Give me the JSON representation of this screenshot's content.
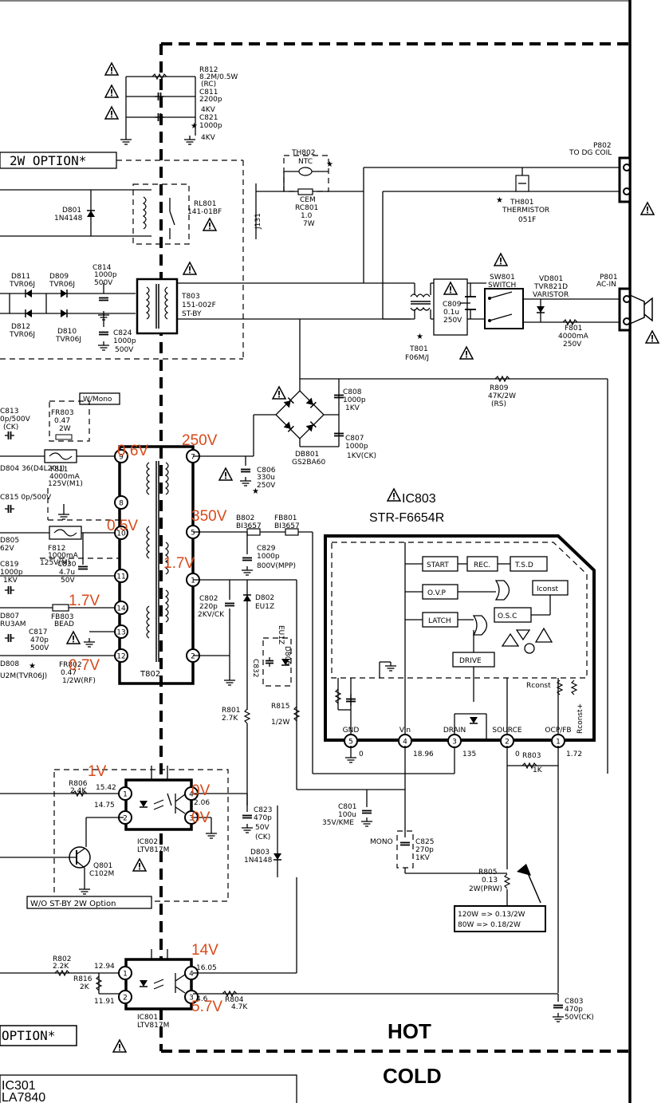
{
  "colors": {
    "measurement": "#d84a1a",
    "ink": "#000000"
  },
  "labels": {
    "option_2w": "2W OPTION*",
    "option_bottom": "OPTION*",
    "ic803_title": "IC803",
    "ic803_part": "STR-F6654R",
    "hot": "HOT",
    "cold": "COLD",
    "ic301_a": "IC301",
    "ic301_b": "LA7840",
    "wo_stby": "W/O ST-BY 2W Option",
    "w_mono": "W/Mono",
    "mono": "MONO",
    "note_120w": "120W => 0.13/2W",
    "note_80w": "80W => 0.18/2W"
  },
  "ic803_blocks": [
    "START",
    "REC.",
    "T.S.D",
    "O.V.P",
    "Iconst",
    "LATCH",
    "O.S.C",
    "DRIVE",
    "Rconst",
    "Rconst+"
  ],
  "ic803_pins": [
    {
      "num": "5",
      "name": "GND",
      "value": "0"
    },
    {
      "num": "4",
      "name": "Vin",
      "value": "18.96"
    },
    {
      "num": "3",
      "name": "DRAIN",
      "value": "135"
    },
    {
      "num": "2",
      "name": "SOURCE",
      "value": "0"
    },
    {
      "num": "1",
      "name": "OCP/FB",
      "value": "1.72"
    }
  ],
  "t802_pins": [
    "9",
    "8",
    "10",
    "11",
    "14",
    "13",
    "12",
    "7",
    "5",
    "1",
    "2"
  ],
  "components": {
    "r812": [
      "R812",
      "8.2M/0.5W",
      "(RC)"
    ],
    "c811": [
      "C811",
      "2200p",
      "4KV"
    ],
    "c821": [
      "C821",
      "1000p",
      "4KV"
    ],
    "p802": [
      "P802",
      "TO DG COIL"
    ],
    "th802": [
      "TH802",
      "NTC"
    ],
    "rc801": [
      "CEM",
      "RC801",
      "1.0",
      "7W"
    ],
    "th801": [
      "TH801",
      "THERMISTOR",
      "051F"
    ],
    "d801": [
      "D801",
      "1N4148"
    ],
    "rl801": [
      "RL801",
      "141-01BF"
    ],
    "j131": "J131",
    "d811": [
      "D811",
      "TVR06J"
    ],
    "d809": [
      "D809",
      "TVR06J"
    ],
    "d812": [
      "D812",
      "TVR06J"
    ],
    "d810": [
      "D810",
      "TVR06J"
    ],
    "c814": [
      "C814",
      "1000p",
      "500V"
    ],
    "c824": [
      "C824",
      "1000p",
      "500V"
    ],
    "t803": [
      "T803",
      "151-002F",
      "ST-BY"
    ],
    "sw801": [
      "SW801",
      "SWITCH"
    ],
    "vd801": [
      "VD801",
      "TVR821D",
      "VARISTOR"
    ],
    "p801": [
      "P801",
      "AC-IN"
    ],
    "c809": [
      "C809",
      "0.1u",
      "250V"
    ],
    "t801": [
      "T801",
      "F06M/J"
    ],
    "f801": [
      "F801",
      "4000mA",
      "250V"
    ],
    "c808": [
      "C808",
      "1000p",
      "1KV"
    ],
    "r809": [
      "R809",
      "47K/2W",
      "(RS)"
    ],
    "db801": [
      "DB801",
      "GS2BA60"
    ],
    "c807": [
      "C807",
      "1000p",
      "1KV(CK)"
    ],
    "c806": [
      "C806",
      "330u",
      "250V"
    ],
    "c813": [
      "C813",
      "0p/500V",
      "(CK)"
    ],
    "fr803": [
      "FR803",
      "0.47",
      "2W"
    ],
    "f811": [
      "F811",
      "4000mA",
      "125V(M1)"
    ],
    "d804": "D804 36(D4L20U)",
    "c815": "C815 0p/500V",
    "d805": [
      "D805",
      "62V"
    ],
    "f812": [
      "F812",
      "1000mA",
      "125V(M)"
    ],
    "c819": [
      "C819",
      "1000p",
      "1KV"
    ],
    "c830": [
      "C830",
      "4.7u",
      "50V"
    ],
    "d807": [
      "D807",
      "RU3AM"
    ],
    "fb803": [
      "FB803",
      "BEAD"
    ],
    "c817": [
      "C817",
      "470p",
      "500V"
    ],
    "d808": [
      "D808",
      "U2M(TVR06J)"
    ],
    "fr802": [
      "FR802",
      "0.47",
      "1/2W(RF)"
    ],
    "t802": "T802",
    "b802": [
      "B802",
      "BI3657"
    ],
    "fb801": [
      "FB801",
      "BI3657"
    ],
    "c829": [
      "C829",
      "1000p",
      "800V(MPP)"
    ],
    "c802": [
      "C802",
      "220p",
      "2KV/CK"
    ],
    "d802": [
      "D802",
      "EU1Z"
    ],
    "d806": [
      "D806",
      "EU1Z"
    ],
    "c832": "C832",
    "r801": [
      "R801",
      "2.7K"
    ],
    "r815": [
      "R815",
      "1/2W"
    ],
    "r806": [
      "R806",
      "2.4K"
    ],
    "ic802": [
      "IC802",
      "LTV817M"
    ],
    "ic802_vals": [
      "15.42",
      "14.75",
      "2.06"
    ],
    "c823": [
      "C823",
      "470p",
      "50V",
      "(CK)"
    ],
    "d803": [
      "D803",
      "1N4148"
    ],
    "q801": [
      "Q801",
      "C102M"
    ],
    "c801": [
      "C801",
      "100u",
      "35V/KME"
    ],
    "c825": [
      "C825",
      "270p",
      "1KV"
    ],
    "r803": [
      "R803",
      "1K"
    ],
    "r805": [
      "R805",
      "0.13",
      "2W(PRW)"
    ],
    "r802": [
      "R802",
      "2.2K"
    ],
    "r816": [
      "R816",
      "2K"
    ],
    "ic801": [
      "IC801",
      "LTV817M"
    ],
    "ic801_vals": [
      "12.94",
      "11.91",
      "16.05",
      "4.6"
    ],
    "r804": [
      "R804",
      "4.7K"
    ],
    "c803": [
      "C803",
      "470p",
      "50V(CK)"
    ]
  },
  "measurements": [
    {
      "id": "m1",
      "text": "0.6V"
    },
    {
      "id": "m2",
      "text": "250V"
    },
    {
      "id": "m3",
      "text": "350V"
    },
    {
      "id": "m4",
      "text": "0.5V"
    },
    {
      "id": "m5",
      "text": "1.7V"
    },
    {
      "id": "m6",
      "text": "1.7V"
    },
    {
      "id": "m7",
      "text": "0.7V"
    },
    {
      "id": "m8",
      "text": "1V"
    },
    {
      "id": "m9",
      "text": "0V"
    },
    {
      "id": "m10",
      "text": "0V"
    },
    {
      "id": "m11",
      "text": "14V"
    },
    {
      "id": "m12",
      "text": "5.7V"
    }
  ]
}
